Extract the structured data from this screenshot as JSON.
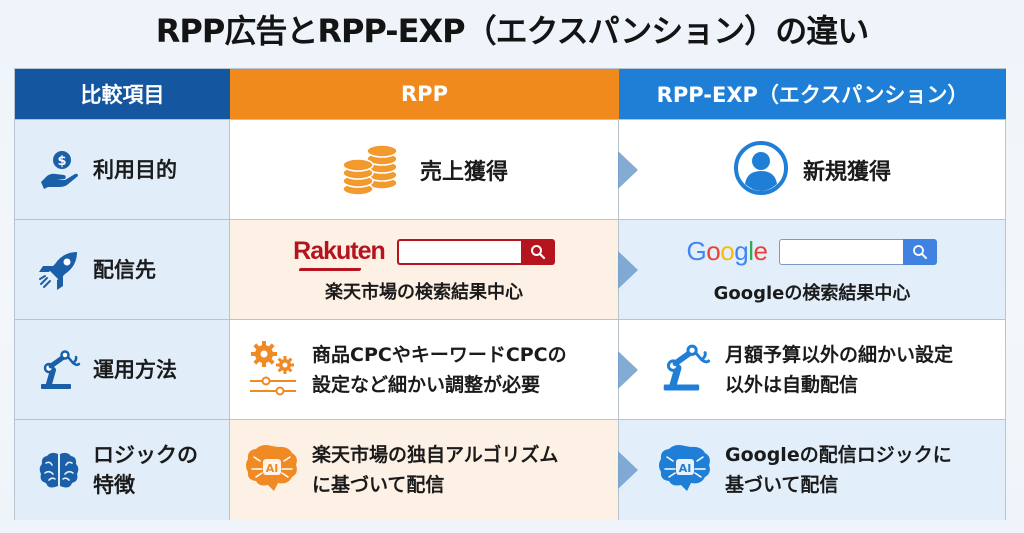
{
  "title": "RPP広告とRPP-EXP（エクスパンション）の違い",
  "colors": {
    "header_item": "#1456a0",
    "header_rpp": "#f18a1c",
    "header_exp": "#1f7fd6",
    "rakuten_red": "#b5141e",
    "google_blue": "#4285f4",
    "google_red": "#ea4335",
    "google_yellow": "#fbbc05",
    "google_green": "#34a853",
    "icon_blue": "#1a5fa8",
    "icon_orange": "#f08a24",
    "arrow": "#6f9ccb"
  },
  "headers": {
    "item": "比較項目",
    "rpp": "RPP",
    "exp": "RPP-EXP（エクスパンション）"
  },
  "rows": [
    {
      "label": "利用目的",
      "label_icon": "hand-coin-icon",
      "rpp": {
        "icon": "coins-icon",
        "text": "売上獲得"
      },
      "exp": {
        "icon": "user-circle-icon",
        "text": "新規獲得"
      }
    },
    {
      "label": "配信先",
      "label_icon": "rocket-icon",
      "rpp": {
        "logo": "Rakuten",
        "text": "楽天市場の検索結果中心"
      },
      "exp": {
        "logo": "Google",
        "text": "Googleの検索結果中心"
      }
    },
    {
      "label": "運用方法",
      "label_icon": "robot-arm-icon",
      "rpp": {
        "icon": "gears-sliders-icon",
        "line1": "商品CPCやキーワードCPCの",
        "line2": "設定など細かい調整が必要"
      },
      "exp": {
        "icon": "robot-arm-icon",
        "line1": "月額予算以外の細かい設定",
        "line2": "以外は自動配信"
      }
    },
    {
      "label_line1": "ロジックの",
      "label_line2": "特徴",
      "label_icon": "brain-icon",
      "rpp": {
        "icon": "ai-brain-icon",
        "line1": "楽天市場の独自アルゴリズム",
        "line2": "に基づいて配信"
      },
      "exp": {
        "icon": "ai-brain-icon",
        "line1": "Googleの配信ロジックに",
        "line2": "基づいて配信"
      }
    }
  ],
  "google_letters": [
    "G",
    "o",
    "o",
    "g",
    "l",
    "e"
  ]
}
